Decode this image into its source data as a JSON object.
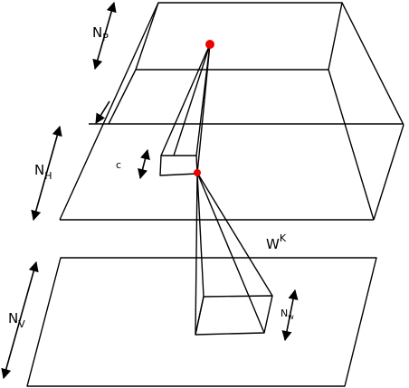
{
  "labels": {
    "np": {
      "main": "N",
      "sub": "P"
    },
    "nh": {
      "main": "N",
      "sub": "H"
    },
    "nv": {
      "main": "N",
      "sub": "V"
    },
    "c": "c",
    "wk": {
      "main": "W",
      "sup": "K"
    },
    "nw": {
      "main": "N",
      "sub": "w"
    }
  },
  "colors": {
    "node": "#ee0000",
    "line": "#000000"
  }
}
